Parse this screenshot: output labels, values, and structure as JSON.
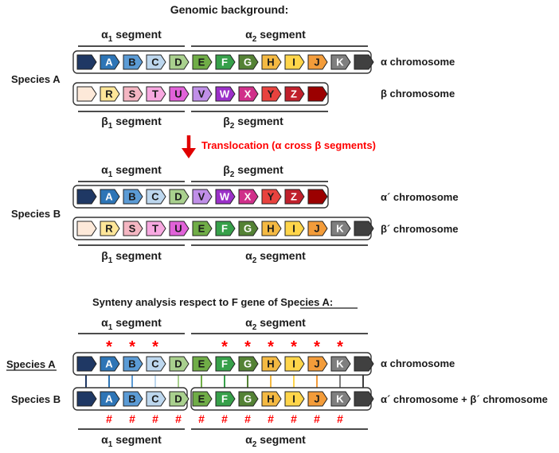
{
  "headings": {
    "genomic_background": "Genomic background:",
    "synteny_analysis": "Synteny analysis respect to F gene of Species A:",
    "synteny_underlined_part": "Species A"
  },
  "species": {
    "a": "Species A",
    "b": "Species B"
  },
  "segments": {
    "alpha1": "α",
    "alpha1_sub": "1",
    "alpha2": "α",
    "alpha2_sub": "2",
    "beta1": "β",
    "beta1_sub": "1",
    "beta2": "β",
    "beta2_sub": "2",
    "word": " segment"
  },
  "chromosomes": {
    "alpha": "α chromosome",
    "beta": "β chromosome",
    "alpha_prime": "α´ chromosome",
    "beta_prime": "β´ chromosome",
    "combined": "α´ chromosome + β´ chromosome"
  },
  "translocation": {
    "label": "Translocation (α cross β segments)",
    "color": "#ff0000"
  },
  "markers": {
    "star": "*",
    "hash": "#",
    "color": "#ff0000"
  },
  "genes": {
    "alpha": [
      {
        "letter": "",
        "color": "#1f3864"
      },
      {
        "letter": "A",
        "color": "#2e75b6"
      },
      {
        "letter": "B",
        "color": "#5b9bd5"
      },
      {
        "letter": "C",
        "color": "#bdd7ee"
      },
      {
        "letter": "D",
        "color": "#a9d08e"
      },
      {
        "letter": "E",
        "color": "#70ad47"
      },
      {
        "letter": "F",
        "color": "#37a04a"
      },
      {
        "letter": "G",
        "color": "#548235"
      },
      {
        "letter": "H",
        "color": "#f4b942"
      },
      {
        "letter": "I",
        "color": "#ffd54a"
      },
      {
        "letter": "J",
        "color": "#f39c3a"
      },
      {
        "letter": "K",
        "color": "#7f7f7f"
      },
      {
        "letter": "",
        "color": "#404040"
      }
    ],
    "beta": [
      {
        "letter": "",
        "color": "#fde9d9"
      },
      {
        "letter": "R",
        "color": "#ffe699"
      },
      {
        "letter": "S",
        "color": "#f4b6c2"
      },
      {
        "letter": "T",
        "color": "#f7a8e0"
      },
      {
        "letter": "U",
        "color": "#e062d8"
      },
      {
        "letter": "V",
        "color": "#c08fe8"
      },
      {
        "letter": "W",
        "color": "#9b30c8"
      },
      {
        "letter": "X",
        "color": "#d0308a"
      },
      {
        "letter": "Y",
        "color": "#e8423e"
      },
      {
        "letter": "Z",
        "color": "#c0202c"
      },
      {
        "letter": "",
        "color": "#9b0000"
      }
    ]
  }
}
